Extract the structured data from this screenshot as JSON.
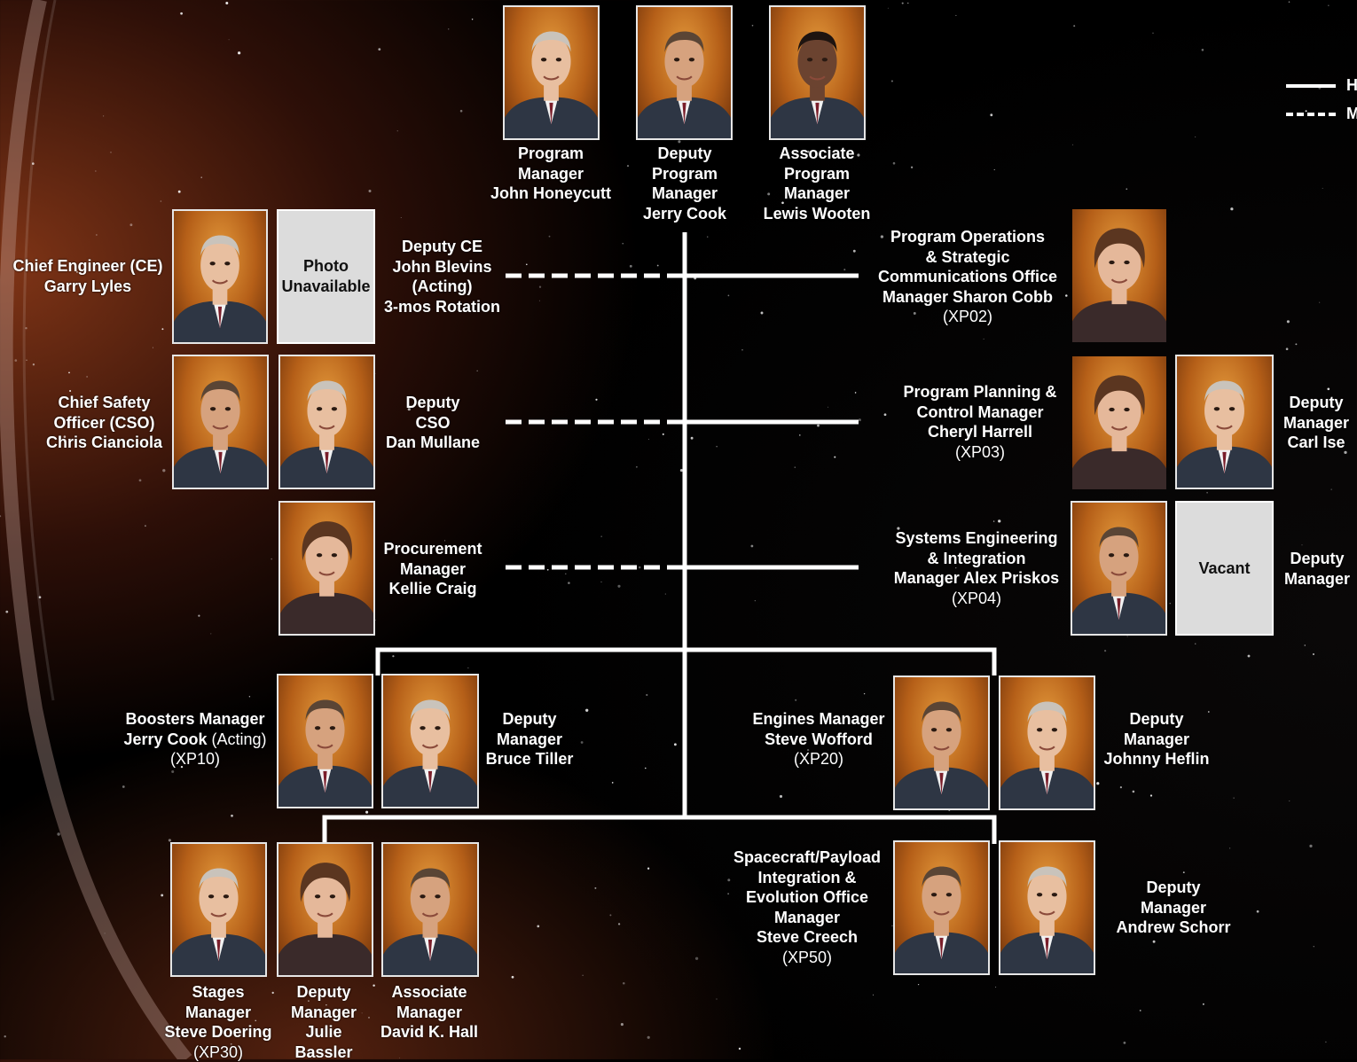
{
  "legend": [
    {
      "text": "H",
      "style": "solid"
    },
    {
      "text": "M",
      "style": "dashed"
    }
  ],
  "colors": {
    "background": "#110806",
    "lines": "#ffffff",
    "photo_bg": "#c06818",
    "blank": "#dcdcdc"
  },
  "top": [
    {
      "l1": "Program",
      "l2": "Manager",
      "l3": "John Honeycutt"
    },
    {
      "l1": "Deputy",
      "l2": "Program",
      "l3": "Manager",
      "l4": "Jerry Cook"
    },
    {
      "l1": "Associate",
      "l2": "Program",
      "l3": "Manager",
      "l4": "Lewis Wooten"
    }
  ],
  "left": {
    "ce": {
      "l1": "Chief Engineer (CE)",
      "l2": "Garry Lyles"
    },
    "photo_unavailable": {
      "l1": "Photo",
      "l2": "Unavailable"
    },
    "deputy_ce": {
      "l1": "Deputy CE",
      "l2": "John Blevins",
      "l3": "(Acting)",
      "l4": "3-mos Rotation"
    },
    "cso": {
      "l1": "Chief Safety",
      "l2": "Officer (CSO)",
      "l3": "Chris Cianciola"
    },
    "deputy_cso": {
      "l1": "Deputy",
      "l2": "CSO",
      "l3": "Dan Mullane"
    },
    "procurement": {
      "l1": "Procurement",
      "l2": "Manager",
      "l3": "Kellie Craig"
    }
  },
  "right": {
    "ops": {
      "l1": "Program Operations",
      "l2": "& Strategic",
      "l3": "Communications Office",
      "l4": "Manager Sharon Cobb",
      "code": "(XP02)"
    },
    "planning": {
      "l1": "Program Planning &",
      "l2": "Control Manager",
      "l3": "Cheryl Harrell",
      "code": "(XP03)"
    },
    "planning_deputy": {
      "l1": "Deputy",
      "l2": "Manager",
      "l3": "Carl Ise"
    },
    "se": {
      "l1": "Systems Engineering",
      "l2": "& Integration",
      "l3": "Manager Alex Priskos",
      "code": "(XP04)"
    },
    "vacant": "Vacant",
    "se_deputy": {
      "l1": "Deputy",
      "l2": "Manager"
    }
  },
  "boosters": {
    "l1": "Boosters Manager",
    "l2": "Jerry Cook",
    "l2b": " (Acting)",
    "code": "(XP10)"
  },
  "boosters_deputy": {
    "l1": "Deputy",
    "l2": "Manager",
    "l3": "Bruce Tiller"
  },
  "engines": {
    "l1": "Engines Manager",
    "l2": "Steve Wofford",
    "code": "(XP20)"
  },
  "engines_deputy": {
    "l1": "Deputy",
    "l2": "Manager",
    "l3": "Johnny Heflin"
  },
  "stages": {
    "l1": "Stages",
    "l2": "Manager",
    "l3": "Steve Doering",
    "code": "(XP30)"
  },
  "stages_deputy": {
    "l1": "Deputy",
    "l2": "Manager",
    "l3": "Julie",
    "l4": "Bassler"
  },
  "stages_associate": {
    "l1": "Associate",
    "l2": "Manager",
    "l3": "David K. Hall"
  },
  "spio": {
    "l1": "Spacecraft/Payload",
    "l2": "Integration &",
    "l3": "Evolution Office",
    "l4": "Manager",
    "l5": "Steve Creech",
    "code": "(XP50)"
  },
  "spio_deputy": {
    "l1": "Deputy",
    "l2": "Manager",
    "l3": "Andrew Schorr"
  }
}
